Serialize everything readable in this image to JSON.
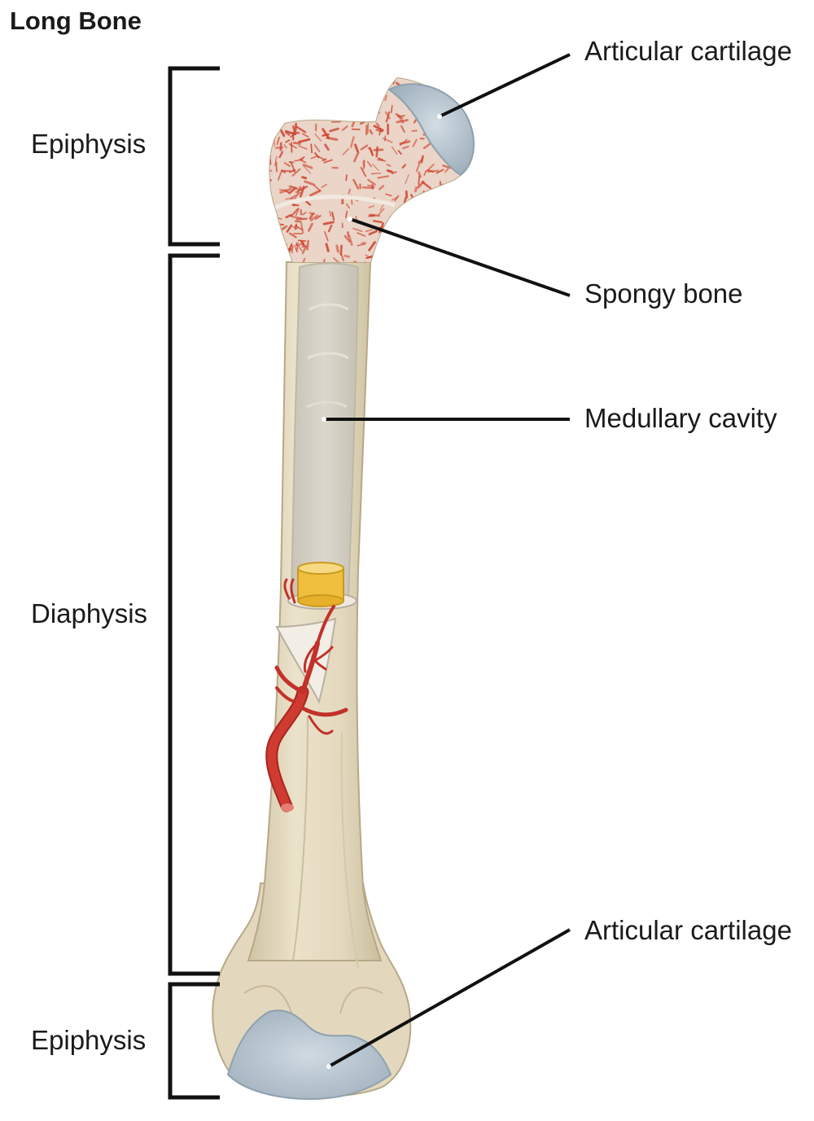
{
  "title": "Long Bone",
  "region_labels": {
    "epiphysis_top": "Epiphysis",
    "diaphysis": "Diaphysis",
    "epiphysis_bottom": "Epiphysis"
  },
  "callouts": {
    "articular_cartilage_top": "Articular cartilage",
    "spongy_bone": "Spongy bone",
    "medullary_cavity": "Medullary cavity",
    "articular_cartilage_bottom": "Articular cartilage"
  },
  "colors": {
    "bone": "#e6dcc3",
    "bone_shade": "#d6c9a8",
    "cartilage": "#b9c6d0",
    "spongy_bone": "#e6cfc2",
    "spongy_trabeculae": "#cf4a36",
    "medullary_cavity": "#d5d0c4",
    "marrow_plug": "#f1c24a",
    "blood_vessel": "#c2312a",
    "leader_line": "#111111"
  }
}
